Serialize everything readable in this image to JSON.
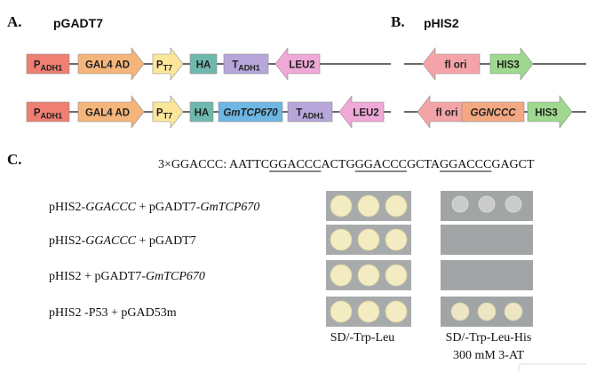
{
  "panel_a": {
    "letter": "A.",
    "title": "pGADT7",
    "top_row": [
      {
        "main": "P",
        "sub": "ADH1",
        "color": "#f07e72"
      },
      {
        "main": "GAL4 AD",
        "color": "#f4b57b"
      },
      {
        "main": "P",
        "sub": "T7",
        "color": "#fbe79b"
      },
      {
        "main": "HA",
        "color": "#6fb8ad"
      },
      {
        "main": "T",
        "sub": "ADH1",
        "color": "#b7a6d9"
      },
      {
        "main": "LEU2",
        "color": "#f0a8d6"
      }
    ],
    "bottom_row": [
      {
        "main": "P",
        "sub": "ADH1",
        "color": "#f07e72"
      },
      {
        "main": "GAL4 AD",
        "color": "#f4b57b"
      },
      {
        "main": "P",
        "sub": "T7",
        "color": "#fbe79b"
      },
      {
        "main": "HA",
        "color": "#6fb8ad"
      },
      {
        "main": "GmTCP670",
        "color": "#6eb6e3"
      },
      {
        "main": "T",
        "sub": "ADH1",
        "color": "#b7a6d9"
      },
      {
        "main": "LEU2",
        "color": "#f0a8d6"
      }
    ]
  },
  "panel_b": {
    "letter": "B.",
    "title": "pHIS2",
    "top_row": [
      {
        "main": "fl ori",
        "color": "#f4a4a8"
      },
      {
        "main": "HIS3",
        "color": "#9fd88f"
      }
    ],
    "bottom_row": [
      {
        "main": "fl ori",
        "color": "#f4a4a8"
      },
      {
        "main": "GGNCCC",
        "color": "#f4a882"
      },
      {
        "main": "HIS3",
        "color": "#9fd88f"
      }
    ]
  },
  "panel_c": {
    "letter": "C.",
    "sequence_label": "3×GGACCC:",
    "sequence_parts": [
      {
        "text": "AATTC",
        "underline": false
      },
      {
        "text": "GGACCC",
        "underline": true
      },
      {
        "text": "ACTG",
        "underline": false
      },
      {
        "text": "GGACCC",
        "underline": true
      },
      {
        "text": "GCTA",
        "underline": false
      },
      {
        "text": "GGACCC",
        "underline": true
      },
      {
        "text": "GAGCT",
        "underline": false
      }
    ],
    "rows": [
      {
        "parts": [
          {
            "t": "pHIS2-",
            "i": false
          },
          {
            "t": "GGACCC",
            "i": true
          },
          {
            "t": " + pGADT7-",
            "i": false
          },
          {
            "t": "GmTCP670",
            "i": true
          }
        ],
        "left_colonies": 3,
        "right_colonies": 3
      },
      {
        "parts": [
          {
            "t": "pHIS2-",
            "i": false
          },
          {
            "t": "GGACCC",
            "i": true
          },
          {
            "t": " + pGADT7",
            "i": false
          }
        ],
        "left_colonies": 3,
        "right_colonies": 0
      },
      {
        "parts": [
          {
            "t": "pHIS2  + pGADT7-",
            "i": false
          },
          {
            "t": "GmTCP670",
            "i": true
          }
        ],
        "left_colonies": 3,
        "right_colonies": 0
      },
      {
        "parts": [
          {
            "t": "pHIS2  -P53 + pGAD53m",
            "i": false
          }
        ],
        "left_colonies": 3,
        "right_colonies": 3
      }
    ],
    "left_medium_label": "SD/-Trp-Leu",
    "right_medium_label_line1": "SD/-Trp-Leu-His",
    "right_medium_label_line2": "300 mM  3-AT"
  }
}
